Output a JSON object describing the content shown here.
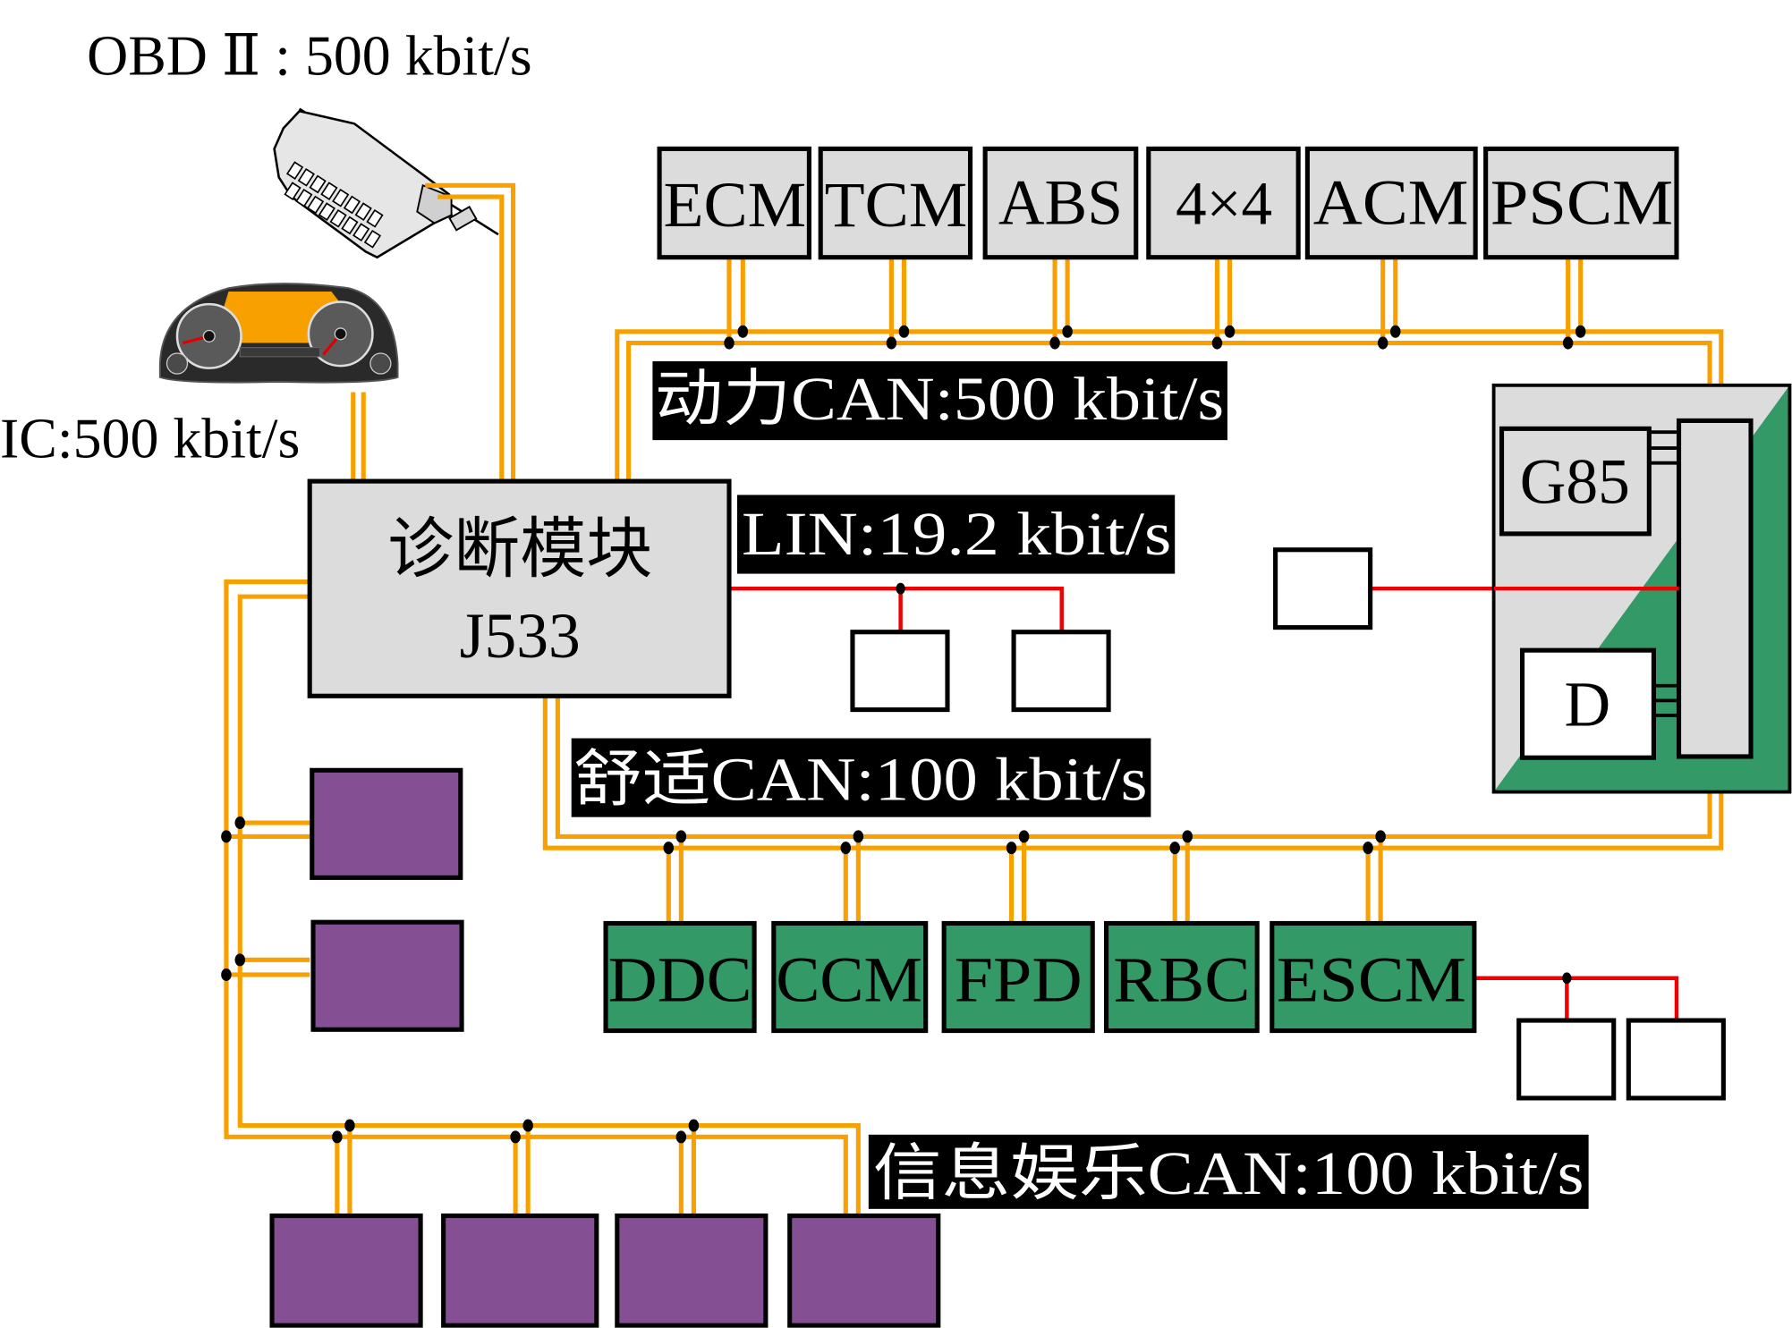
{
  "title_labels": {
    "obd": "OBD Ⅱ : 500 kbit/s",
    "ic": "IC:500 kbit/s"
  },
  "gateway": {
    "line1": "诊断模块",
    "line2": "J533"
  },
  "bus_labels": {
    "powertrain": "动力CAN:500 kbit/s",
    "lin": "LIN:19.2 kbit/s",
    "comfort": "舒适CAN:100 kbit/s",
    "infotainment": "信息娱乐CAN:100 kbit/s"
  },
  "powertrain_modules": [
    "ECM",
    "TCM",
    "ABS",
    "4×4",
    "ACM",
    "PSCM"
  ],
  "comfort_modules": [
    "DDC",
    "CCM",
    "FPD",
    "RBC",
    "ESCM"
  ],
  "subsystem": {
    "upper": "G85",
    "lower": "D"
  },
  "icons": {
    "obd_connector": "obd-connector-icon",
    "instrument_cluster": "instrument-cluster-icon"
  },
  "colors": {
    "can_bus": "#F7A000",
    "lin_bus": "#F00000",
    "powertrain_module": "#DCDCDC",
    "comfort_module": "#339966",
    "infotainment_module": "#845093",
    "label_background": "#000000"
  }
}
